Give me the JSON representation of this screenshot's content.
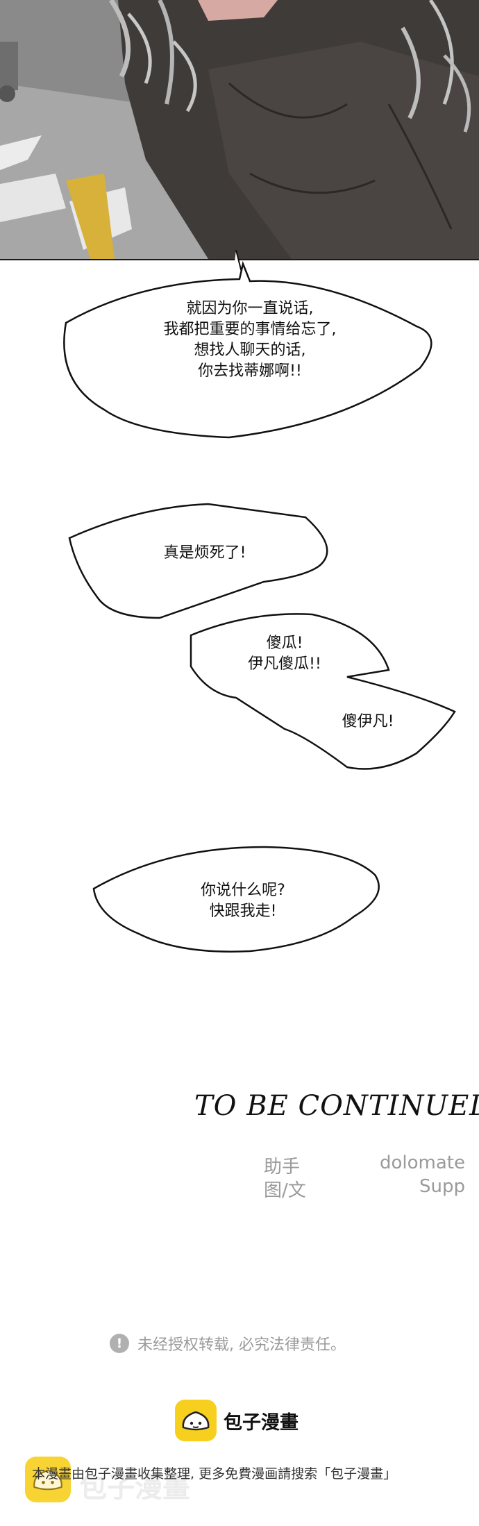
{
  "panel": {
    "description_icon": "comic-art-panel"
  },
  "bubbles": {
    "b1": {
      "line1": "就因为你一直说话,",
      "line2": "我都把重要的事情给忘了,",
      "line3": "想找人聊天的话,",
      "line4": "你去找蒂娜啊!!"
    },
    "b2": {
      "line1": "真是烦死了!"
    },
    "b3": {
      "line1": "傻瓜!",
      "line2": "伊凡傻瓜!!",
      "line3": "傻伊凡!"
    },
    "b4": {
      "line1": "你说什么呢?",
      "line2": "快跟我走!"
    }
  },
  "ending": {
    "title": "TO BE CONTINUED"
  },
  "credits": {
    "assistant_label": "助手",
    "assistant_value": "dolomate",
    "art_label": "图/文",
    "art_value": "Supp"
  },
  "notice": {
    "icon": "exclamation-circle-icon",
    "text": "未经授权转载, 必究法律责任。"
  },
  "brand": {
    "icon": "bun-logo-icon",
    "name": "包子漫畫"
  },
  "footer": {
    "watermark": "包子漫畫",
    "text": "本漫畫由包子漫畫收集整理, 更多免費漫画請搜索「包子漫畫」"
  },
  "colors": {
    "brand_yellow": "#f7cf1f",
    "gray_text": "#9a9a9a",
    "panel_dark": "#3d3a38"
  }
}
